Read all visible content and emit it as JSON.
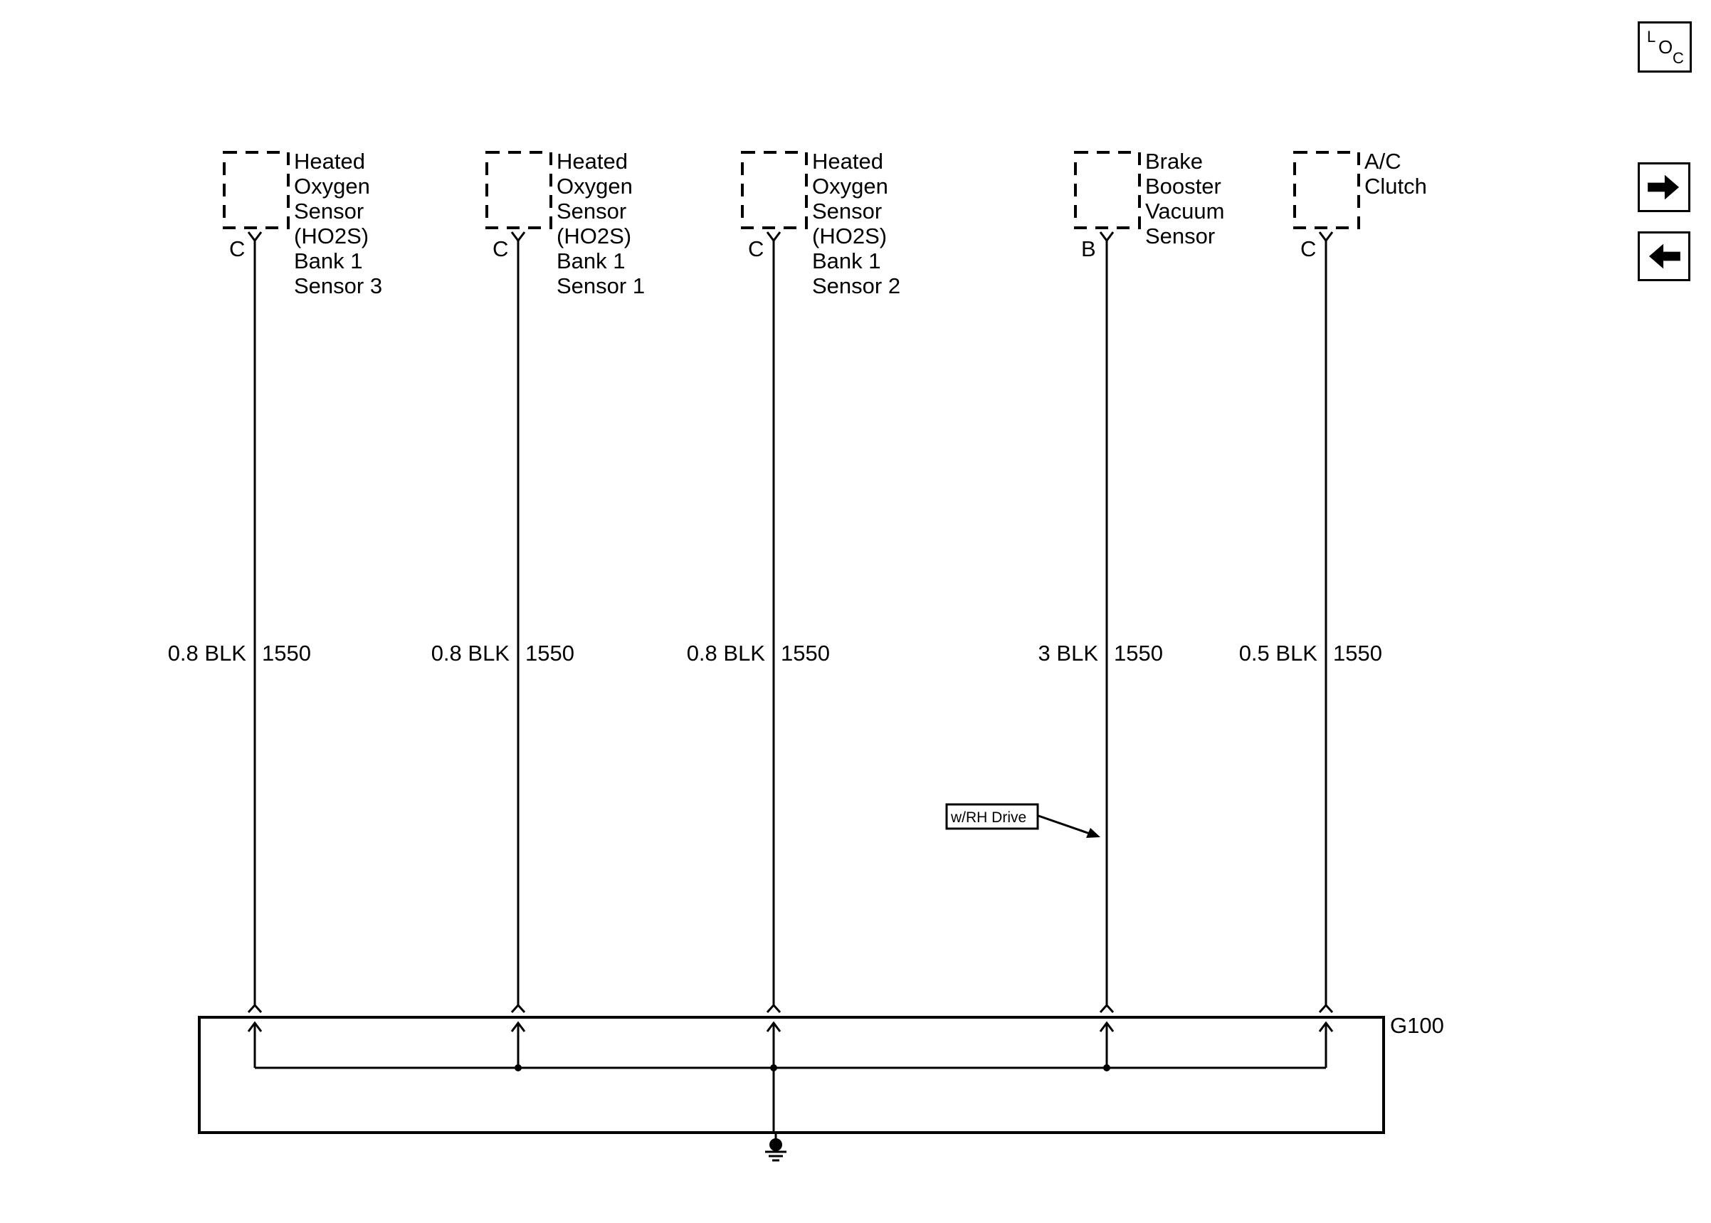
{
  "navigation": {
    "loc_button": {
      "letters": [
        "L",
        "O",
        "C"
      ]
    },
    "forward_icon": "arrow-right-icon",
    "back_icon": "arrow-left-icon"
  },
  "components": [
    {
      "lines": [
        "Heated",
        "Oxygen",
        "Sensor",
        "(HO2S)",
        "Bank 1",
        "Sensor 3"
      ],
      "pin": "C",
      "wire_gauge": "0.8 BLK",
      "circuit": "1550"
    },
    {
      "lines": [
        "Heated",
        "Oxygen",
        "Sensor",
        "(HO2S)",
        "Bank 1",
        "Sensor 1"
      ],
      "pin": "C",
      "wire_gauge": "0.8 BLK",
      "circuit": "1550"
    },
    {
      "lines": [
        "Heated",
        "Oxygen",
        "Sensor",
        "(HO2S)",
        "Bank 1",
        "Sensor 2"
      ],
      "pin": "C",
      "wire_gauge": "0.8 BLK",
      "circuit": "1550"
    },
    {
      "lines": [
        "Brake",
        "Booster",
        "Vacuum",
        "Sensor"
      ],
      "pin": "B",
      "wire_gauge": "3 BLK",
      "circuit": "1550"
    },
    {
      "lines": [
        "A/C",
        "Clutch"
      ],
      "pin": "C",
      "wire_gauge": "0.5 BLK",
      "circuit": "1550"
    }
  ],
  "note": {
    "text": "w/RH Drive"
  },
  "ground": {
    "label": "G100",
    "icon": "ground-symbol-icon"
  },
  "colors": {
    "line": "#000000",
    "background": "#ffffff"
  }
}
